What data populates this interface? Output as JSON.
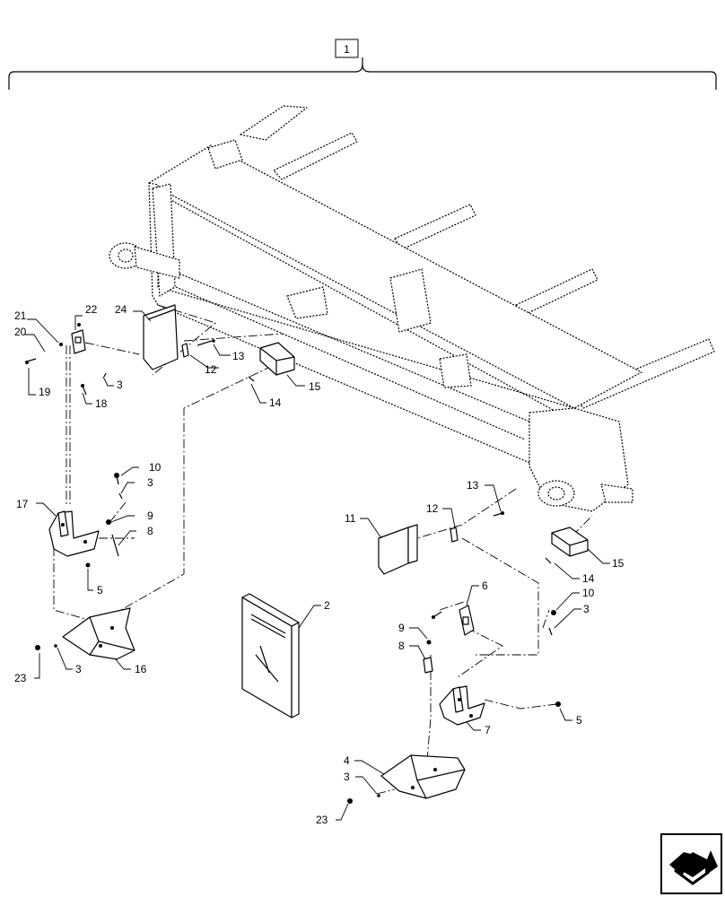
{
  "diagram": {
    "assembly_number": "1",
    "callouts": [
      {
        "id": "c21a",
        "text": "21"
      },
      {
        "id": "c22a",
        "text": "22"
      },
      {
        "id": "c24",
        "text": "24"
      },
      {
        "id": "c20",
        "text": "20"
      },
      {
        "id": "c13a",
        "text": "13"
      },
      {
        "id": "c12a",
        "text": "12"
      },
      {
        "id": "c19",
        "text": "19"
      },
      {
        "id": "c3a",
        "text": "3"
      },
      {
        "id": "c15a",
        "text": "15"
      },
      {
        "id": "c18",
        "text": "18"
      },
      {
        "id": "c14a",
        "text": "14"
      },
      {
        "id": "c10a",
        "text": "10"
      },
      {
        "id": "c3b",
        "text": "3"
      },
      {
        "id": "c17",
        "text": "17"
      },
      {
        "id": "c9a",
        "text": "9"
      },
      {
        "id": "c8a",
        "text": "8"
      },
      {
        "id": "c5a",
        "text": "5"
      },
      {
        "id": "c13b",
        "text": "13"
      },
      {
        "id": "c11",
        "text": "11"
      },
      {
        "id": "c12b",
        "text": "12"
      },
      {
        "id": "c15b",
        "text": "15"
      },
      {
        "id": "c14b",
        "text": "14"
      },
      {
        "id": "c2",
        "text": "2"
      },
      {
        "id": "c6",
        "text": "6"
      },
      {
        "id": "c10b",
        "text": "10"
      },
      {
        "id": "c3c",
        "text": "3"
      },
      {
        "id": "c9b",
        "text": "9"
      },
      {
        "id": "c8b",
        "text": "8"
      },
      {
        "id": "c23a",
        "text": "23"
      },
      {
        "id": "c3d",
        "text": "3"
      },
      {
        "id": "c16",
        "text": "16"
      },
      {
        "id": "c7",
        "text": "7"
      },
      {
        "id": "c5b",
        "text": "5"
      },
      {
        "id": "c4",
        "text": "4"
      },
      {
        "id": "c3e",
        "text": "3"
      },
      {
        "id": "c23b",
        "text": "23"
      }
    ]
  },
  "nav": {
    "icon": "next-page-arrow-icon"
  }
}
